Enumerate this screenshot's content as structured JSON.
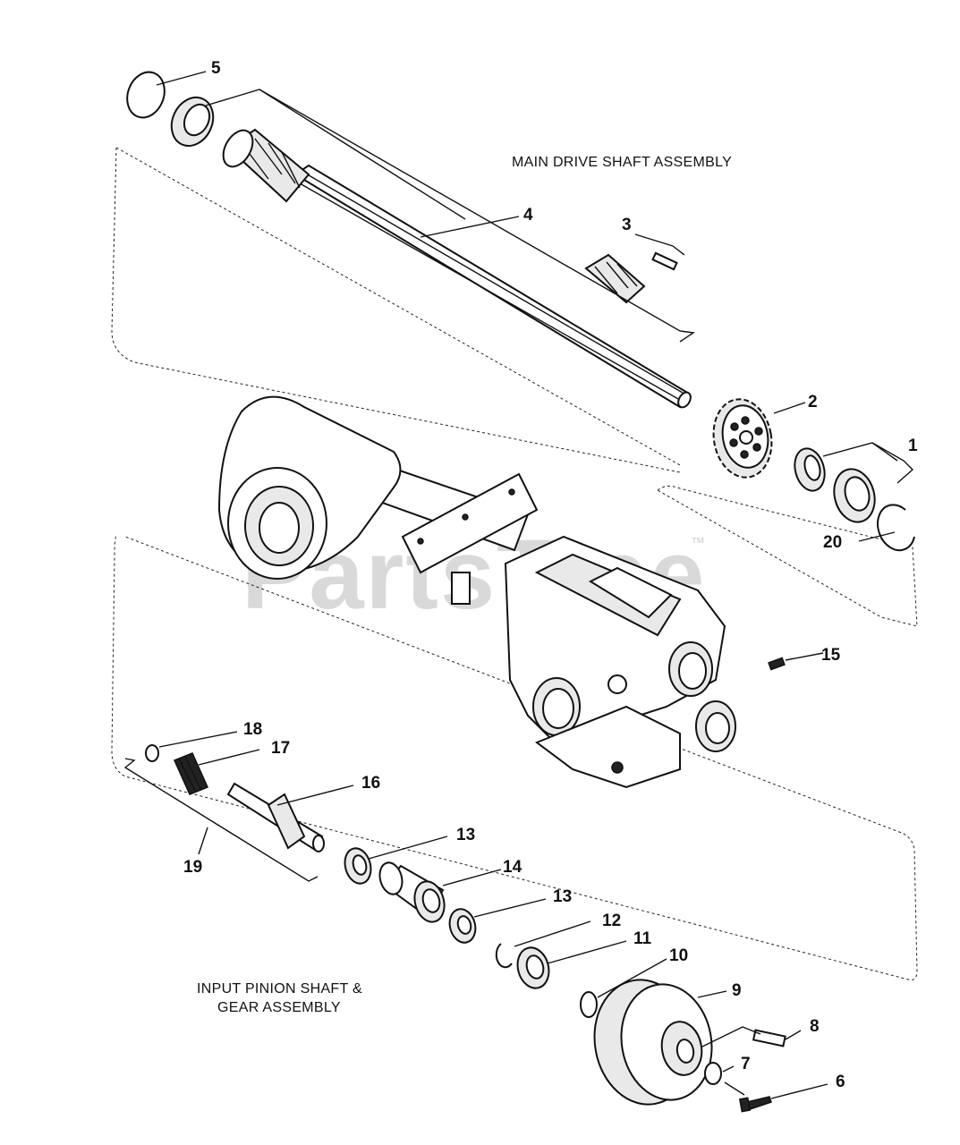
{
  "diagram": {
    "watermark": "PartsTree",
    "trademark": "™",
    "assemblies": [
      {
        "id": "main",
        "title_lines": [
          "MAIN DRIVE SHAFT ASSEMBLY"
        ]
      },
      {
        "id": "input",
        "title_lines": [
          "INPUT PINION SHAFT &",
          "GEAR ASSEMBLY"
        ]
      }
    ],
    "callouts": [
      {
        "id": "c5",
        "label": "5"
      },
      {
        "id": "c4",
        "label": "4"
      },
      {
        "id": "c3",
        "label": "3"
      },
      {
        "id": "c2",
        "label": "2"
      },
      {
        "id": "c1",
        "label": "1"
      },
      {
        "id": "c20",
        "label": "20"
      },
      {
        "id": "c15",
        "label": "15"
      },
      {
        "id": "c18",
        "label": "18"
      },
      {
        "id": "c17",
        "label": "17"
      },
      {
        "id": "c16",
        "label": "16"
      },
      {
        "id": "c19",
        "label": "19"
      },
      {
        "id": "c13a",
        "label": "13"
      },
      {
        "id": "c14",
        "label": "14"
      },
      {
        "id": "c13b",
        "label": "13"
      },
      {
        "id": "c12",
        "label": "12"
      },
      {
        "id": "c11",
        "label": "11"
      },
      {
        "id": "c10",
        "label": "10"
      },
      {
        "id": "c9",
        "label": "9"
      },
      {
        "id": "c8",
        "label": "8"
      },
      {
        "id": "c7",
        "label": "7"
      },
      {
        "id": "c6",
        "label": "6"
      }
    ]
  }
}
